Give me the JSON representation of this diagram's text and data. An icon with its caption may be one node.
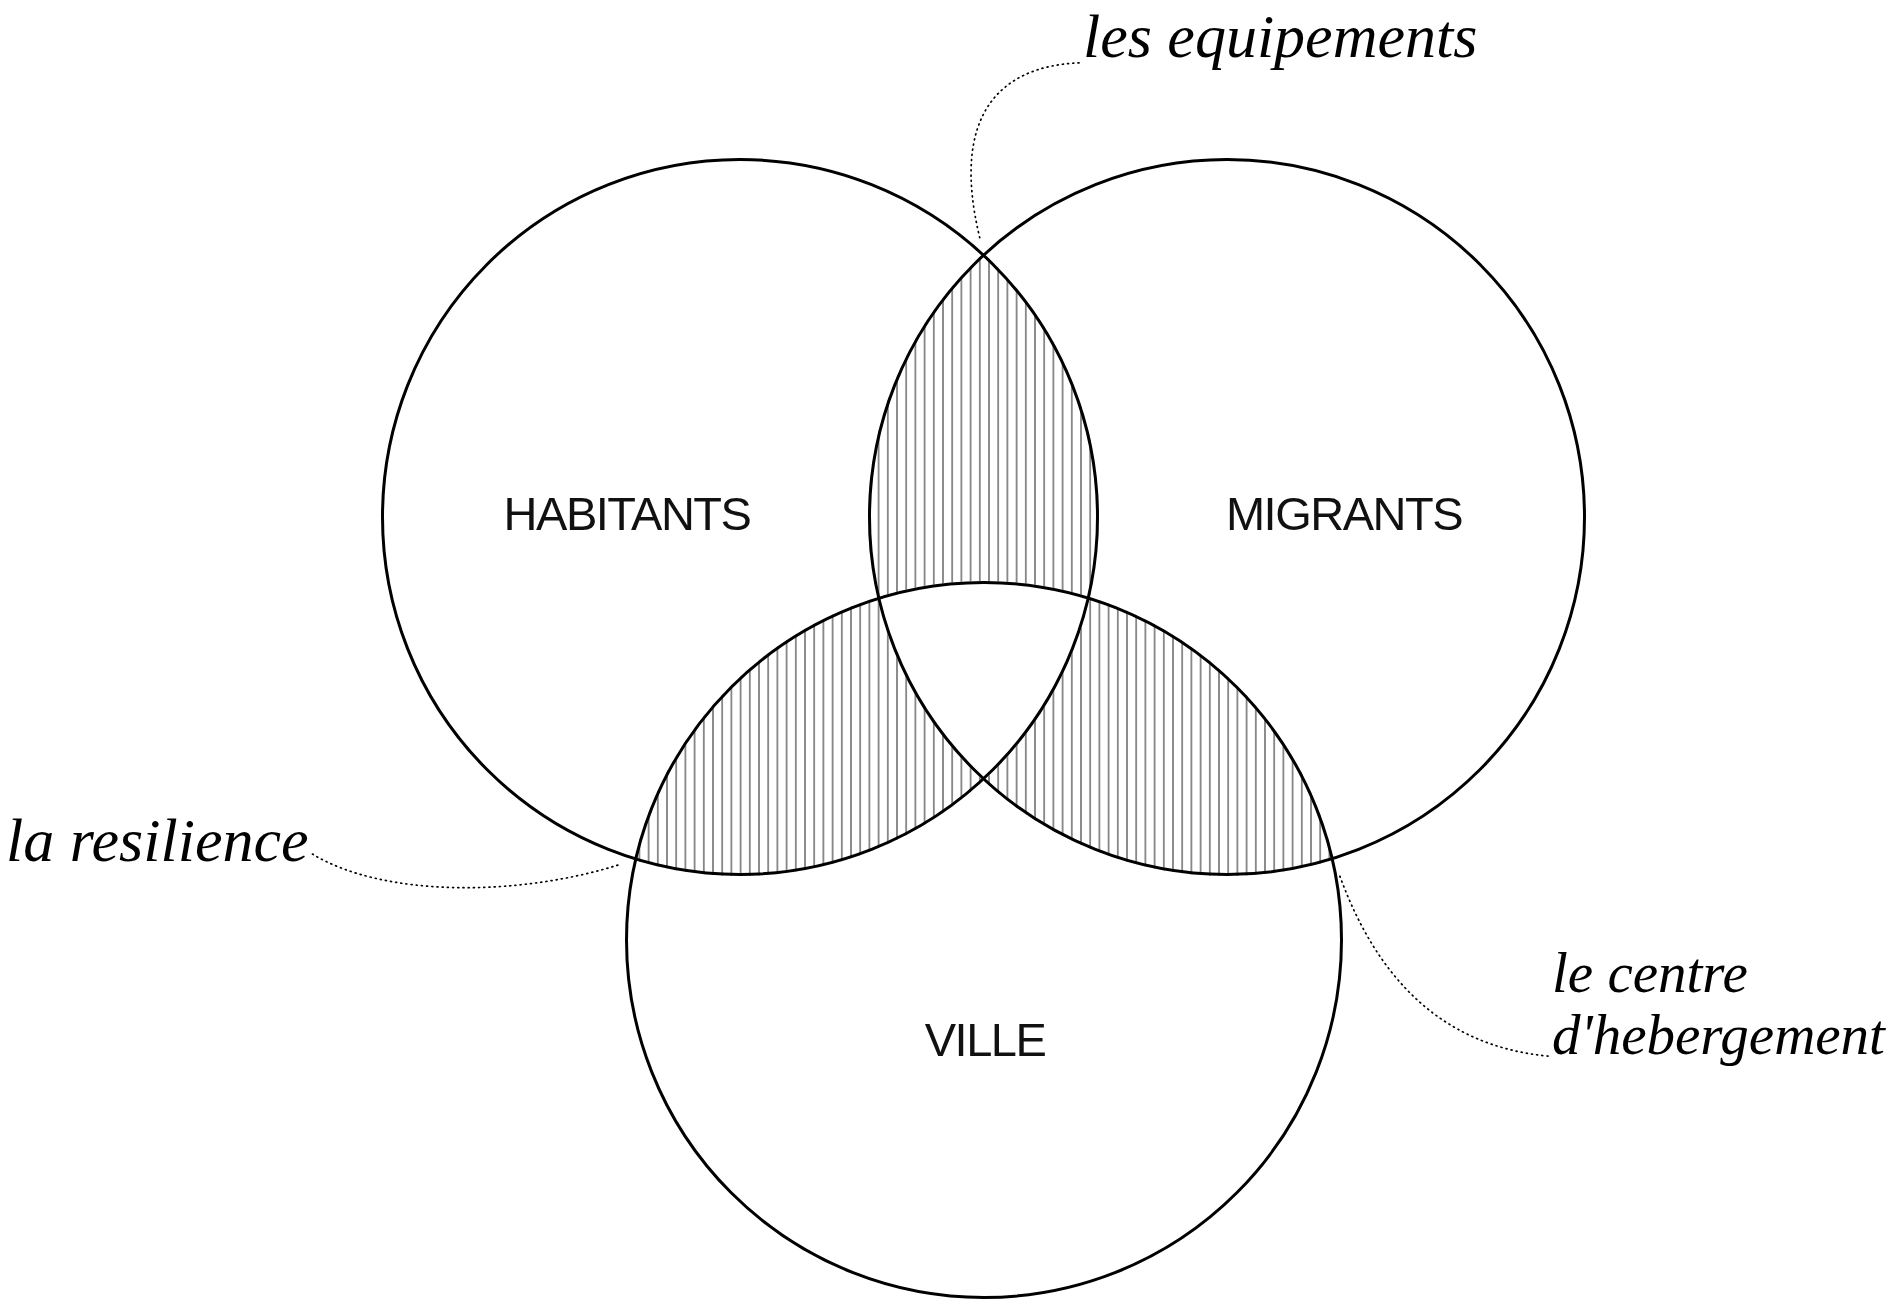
{
  "diagram": {
    "nodes": [
      {
        "text": [
          "les equipements"
        ]
      },
      {
        "text": [
          "HABITANTS"
        ]
      },
      {
        "text": [
          "MIGRANTS"
        ]
      },
      {
        "text": [],
        "shape": "lens"
      },
      {
        "text": [
          "la resilience"
        ]
      },
      {
        "text": [],
        "shape": "lens"
      },
      {
        "text": [
          "le centre d'hebergement"
        ]
      },
      {
        "text": [],
        "shape": "lens"
      },
      {
        "text": [
          "VILLE"
        ]
      }
    ],
    "edges": [
      {
        "from": 0,
        "to": 3,
        "arrow": "none",
        "style": "dashed"
      },
      {
        "from": 4,
        "to": 5,
        "arrow": "none",
        "style": "dashed"
      },
      {
        "from": 6,
        "to": 7,
        "arrow": "none",
        "style": "dashed"
      }
    ]
  }
}
